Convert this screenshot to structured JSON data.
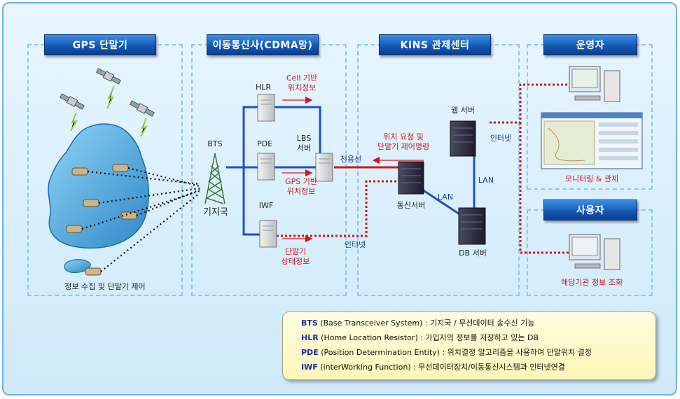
{
  "sections": {
    "gps": {
      "title": "GPS 단말기",
      "caption": "정보 수집 및 단말기 제어"
    },
    "carrier": {
      "title": "이동통신사(CDMA망)"
    },
    "kins": {
      "title": "KINS 관제센터"
    },
    "operator": {
      "title": "운영자",
      "caption": "모니터링 & 관제"
    },
    "user": {
      "title": "사용자",
      "caption": "해당기관 정보 조회"
    }
  },
  "nodes": {
    "bts": "BTS",
    "base_station": "기지국",
    "hlr": "HLR",
    "pde": "PDE",
    "iwf": "IWF",
    "lbs": "LBS\n서버",
    "comm_server": "통신서버",
    "web_server": "웹 서버",
    "db_server": "DB 서버"
  },
  "links": {
    "cell_info": "Cell 기반\n위치정보",
    "gps_info": "GPS 기반\n위치정보",
    "terminal_status": "단말기\n상태정보",
    "dedicated_line": "전용선",
    "request": "위치 요청 및\n단말기 제어명령",
    "internet_1": "인터넷",
    "internet_2": "인터넷",
    "lan_1": "LAN",
    "lan_2": "LAN"
  },
  "legend": [
    {
      "abbr": "BTS",
      "text": " (Base Transceiver System) : 기지국 / 무선데이터 송수신 기능"
    },
    {
      "abbr": "HLR",
      "text": " (Home Location Resistor) : 가입자의 정보를 저장하고 있는 DB"
    },
    {
      "abbr": "PDE",
      "text": " (Position Determination Entity) : 위치결정 알고리즘을 사용하여 단말위치 결정"
    },
    {
      "abbr": "IWF",
      "text": " (interWorking Function) : 무선데이터장치/이동통신시스템과 인터넷연결"
    }
  ],
  "colors": {
    "title_bg": "#1459b8",
    "network_line": "#1e50c8",
    "red_line": "#d01818",
    "zone_border": "#8fc6ea"
  }
}
